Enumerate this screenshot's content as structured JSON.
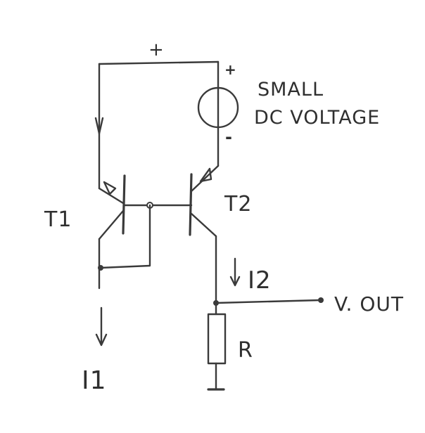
{
  "labels": {
    "supply_plus": "+",
    "source_plus": "+",
    "source_minus": "-",
    "source_line1": "SMALL",
    "source_line2": "DC VOLTAGE",
    "t1": "T1",
    "t2": "T2",
    "i1": "I1",
    "i2": "I2",
    "r": "R",
    "vout": "V. OUT"
  }
}
